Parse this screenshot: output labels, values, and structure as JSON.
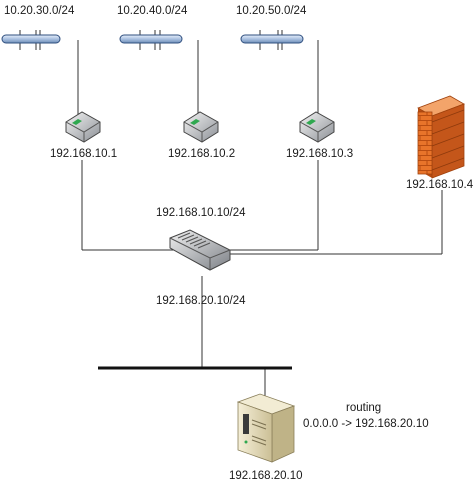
{
  "networks": [
    {
      "label": "10.20.30.0/24"
    },
    {
      "label": "10.20.40.0/24"
    },
    {
      "label": "10.20.50.0/24"
    }
  ],
  "routers": [
    {
      "label": "192.168.10.1"
    },
    {
      "label": "192.168.10.2"
    },
    {
      "label": "192.168.10.3"
    }
  ],
  "firewall": {
    "label": "192.168.10.4"
  },
  "switch": {
    "upper_label": "192.168.10.10/24",
    "lower_label": "192.168.20.10/24"
  },
  "server": {
    "label": "192.168.20.10",
    "routing_title": "routing",
    "routing_rule": "0.0.0.0 -> 192.168.20.10"
  },
  "colors": {
    "line": "#333333",
    "bus": "#111111",
    "firewall": "#e8742a",
    "router_body": "#9aa0a6",
    "router_accent": "#2fa84f",
    "segment_bar": "#a9c0e0"
  },
  "icons": {
    "network": "ethernet-segment-icon",
    "router": "router-icon",
    "firewall": "firewall-brick-icon",
    "switch": "switch-icon",
    "server": "server-tower-icon"
  }
}
